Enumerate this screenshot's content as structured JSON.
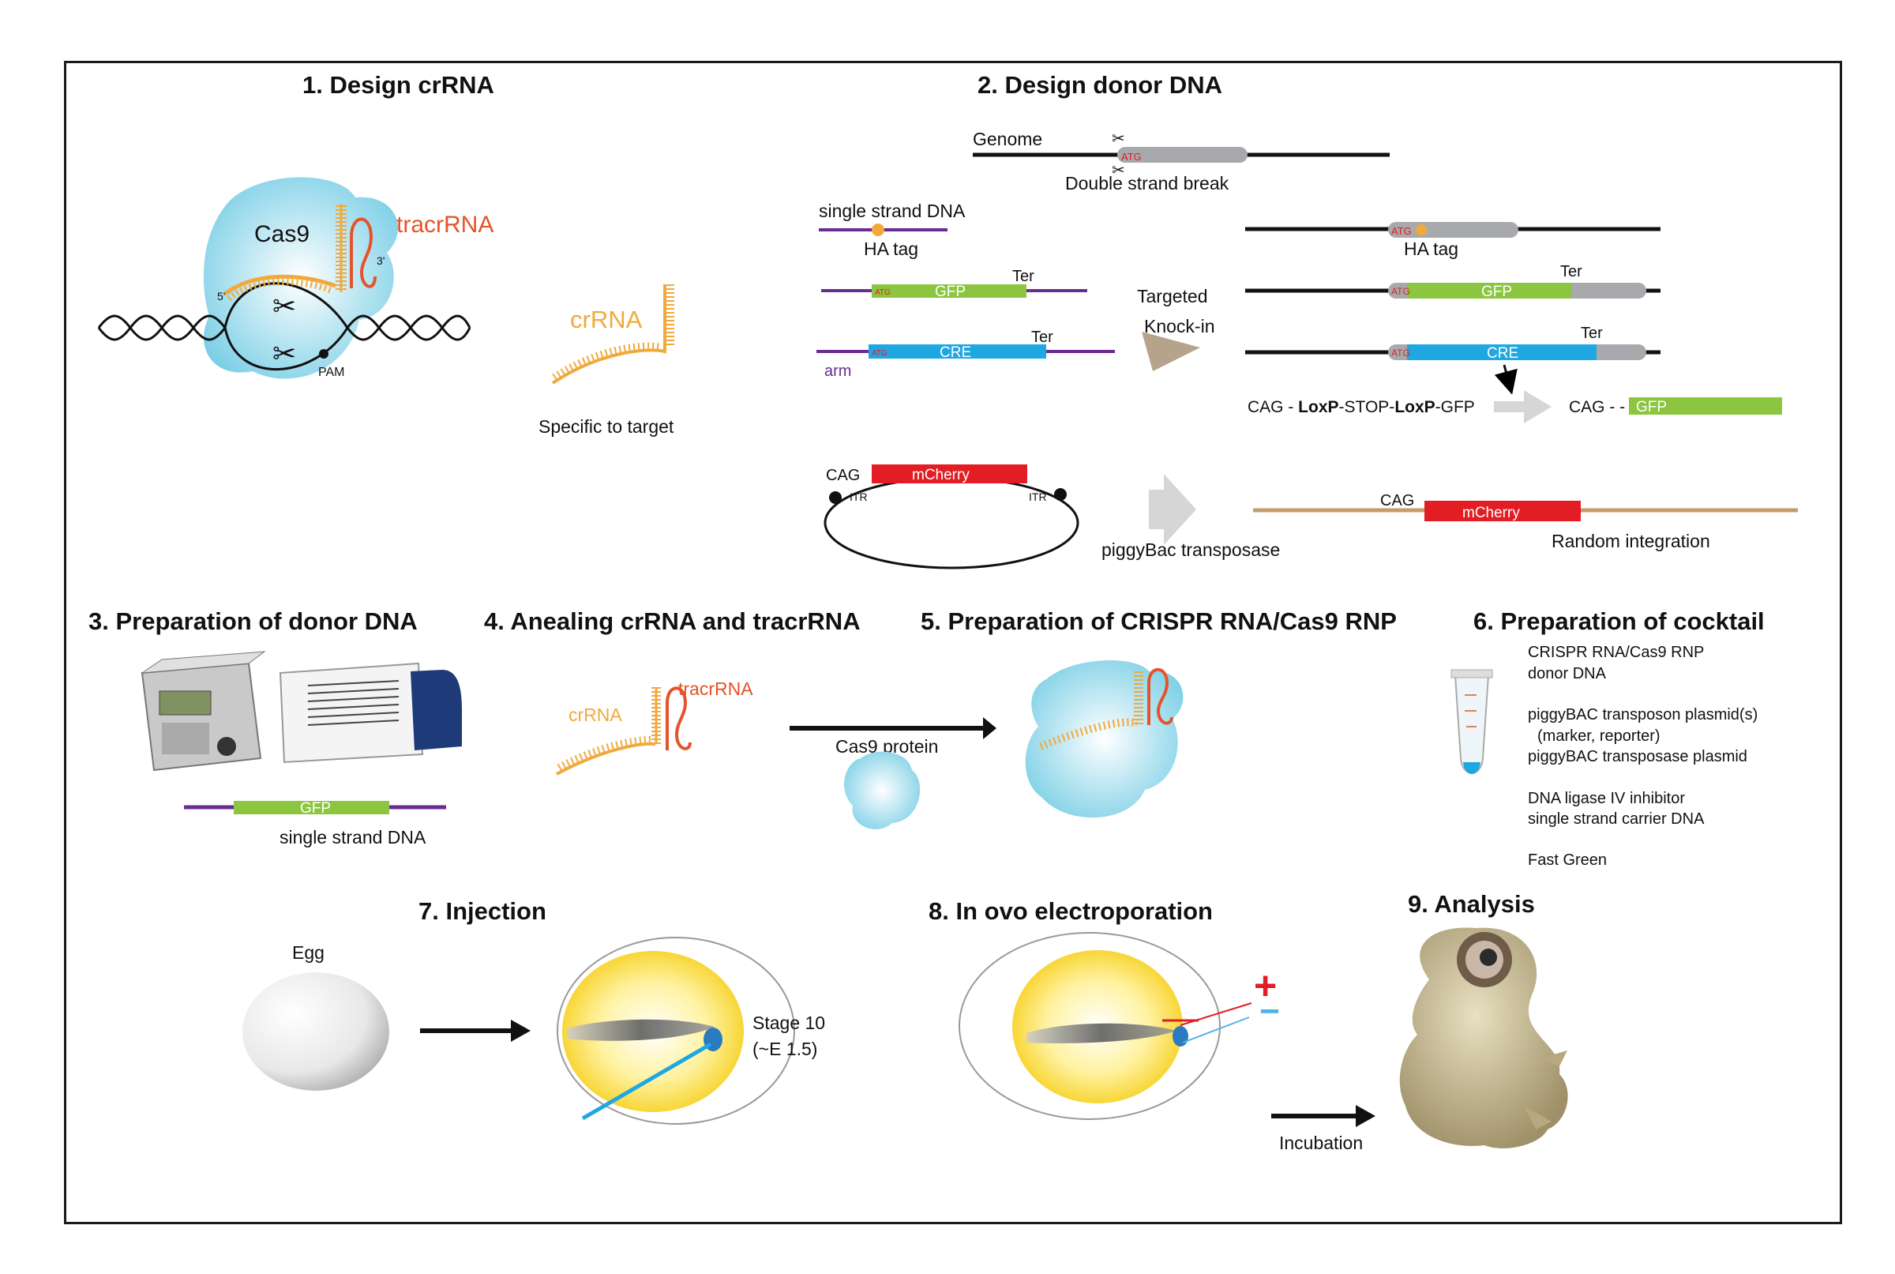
{
  "steps": {
    "s1": "1. Design crRNA",
    "s2": "2. Design donor DNA",
    "s3": "3. Preparation of donor DNA",
    "s4": "4. Anealing crRNA and tracrRNA",
    "s5": "5. Preparation of CRISPR RNA/Cas9 RNP",
    "s6": "6. Preparation of cocktail",
    "s7": "7. Injection",
    "s8": "8. In ovo electroporation",
    "s9": "9.  Analysis"
  },
  "design_crrna": {
    "cas9": "Cas9",
    "tracrrna": "tracrRNA",
    "five_prime": "5'",
    "three_prime": "3'",
    "pam": "PAM",
    "crrna": "crRNA",
    "specific": "Specific to target"
  },
  "donor_dna": {
    "genome": "Genome",
    "atg": "ATG",
    "dsb": "Double strand break",
    "ssdna": "single strand DNA",
    "ha_tag": "HA tag",
    "gfp": "GFP",
    "ter": "Ter",
    "cre": "CRE",
    "arm": "arm",
    "targeted": "Targeted",
    "knock_in": "Knock-in",
    "cag_prefix": "CAG - ",
    "loxp1": "LoxP",
    "stop": "-STOP-",
    "loxp2": "LoxP",
    "gfp_suffix": "-GFP",
    "cag_result": "CAG - -",
    "cag": "CAG",
    "mcherry": "mCherry",
    "itr": "ITR",
    "piggybac": "piggyBac transposase",
    "random": "Random integration"
  },
  "prep": {
    "ssdna": "single strand DNA",
    "gfp": "GFP"
  },
  "annealing": {
    "crrna": "crRNA",
    "tracrrna": "tracrRNA",
    "cas9_protein": "Cas9 protein"
  },
  "cocktail": {
    "lines": [
      "CRISPR RNA/Cas9 RNP",
      "donor DNA",
      "piggyBAC transposon plasmid(s)",
      "(marker, reporter)",
      "piggyBAC transposase plasmid",
      "DNA ligase IV inhibitor",
      "single strand carrier DNA",
      "Fast Green"
    ]
  },
  "injection": {
    "egg": "Egg",
    "stage": "Stage 10",
    "embryo_age": "(~E 1.5)"
  },
  "electroporation": {
    "plus": "+",
    "minus": "−",
    "incubation": "Incubation"
  },
  "colors": {
    "orange": "#f2a93b",
    "red_orange": "#e5532a",
    "purple": "#6a2c91",
    "green": "#8cc540",
    "blue": "#1fa7e1",
    "gray": "#a7a9ac",
    "red": "#e21d24",
    "tan": "#c59a6d",
    "cyan_blob": "#8fd3e6"
  }
}
